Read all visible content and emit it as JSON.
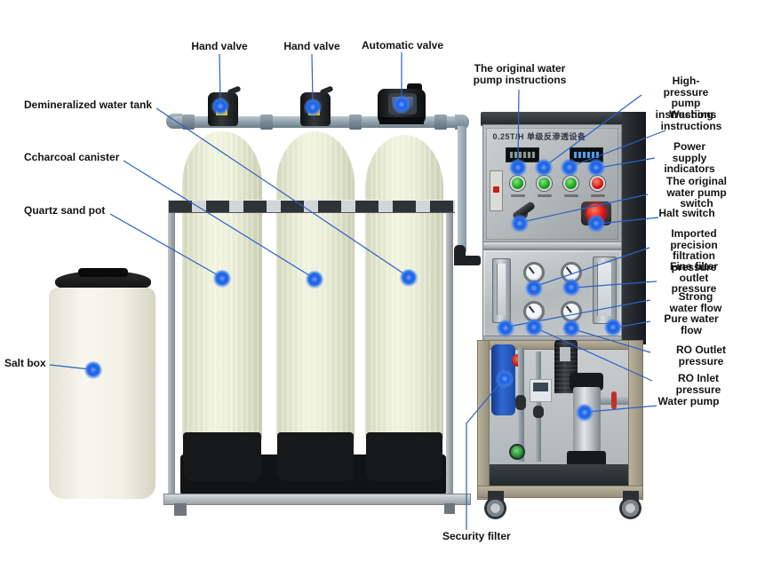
{
  "equipment": {
    "panel_title": "0.25T/H 单级反渗透设备"
  },
  "labels": {
    "hand_valve_1": "Hand valve",
    "hand_valve_2": "Hand valve",
    "automatic_valve": "Automatic valve",
    "demineralized_water_tank": "Demineralized water tank",
    "charcoal_canister": "Ccharcoal canister",
    "quartz_sand_pot": "Quartz sand pot",
    "salt_box": "Salt box",
    "security_filter": "Security filter",
    "original_pump_instructions": "The original water\npump instructions",
    "high_pressure_pump_instructions": "High-pressure\npump instructions",
    "washing_instructions": "Washing\ninstructions",
    "power_supply_indicators": "Power supply\nindicators",
    "original_pump_switch": "The original\nwater pump switch",
    "halt_switch": "Halt switch",
    "imported_precision_filtration_pressure": "Imported precision\nfiltration pressure",
    "fine_filter_outlet_pressure": "Fine filter\noutlet pressure",
    "strong_water_flow": "Strong water flow",
    "pure_water_flow": "Pure water flow",
    "ro_outlet_pressure": "RO Outlet pressure",
    "ro_inlet_pressure": "RO Inlet pressure",
    "water_pump": "Water pump"
  },
  "colors": {
    "callout_line": "#2b62c4",
    "marker_blue": "#1e66e8",
    "tank_body": "#ecefda",
    "cabinet_steel": "#c2c6c9",
    "frame_tan": "#a8a291"
  }
}
